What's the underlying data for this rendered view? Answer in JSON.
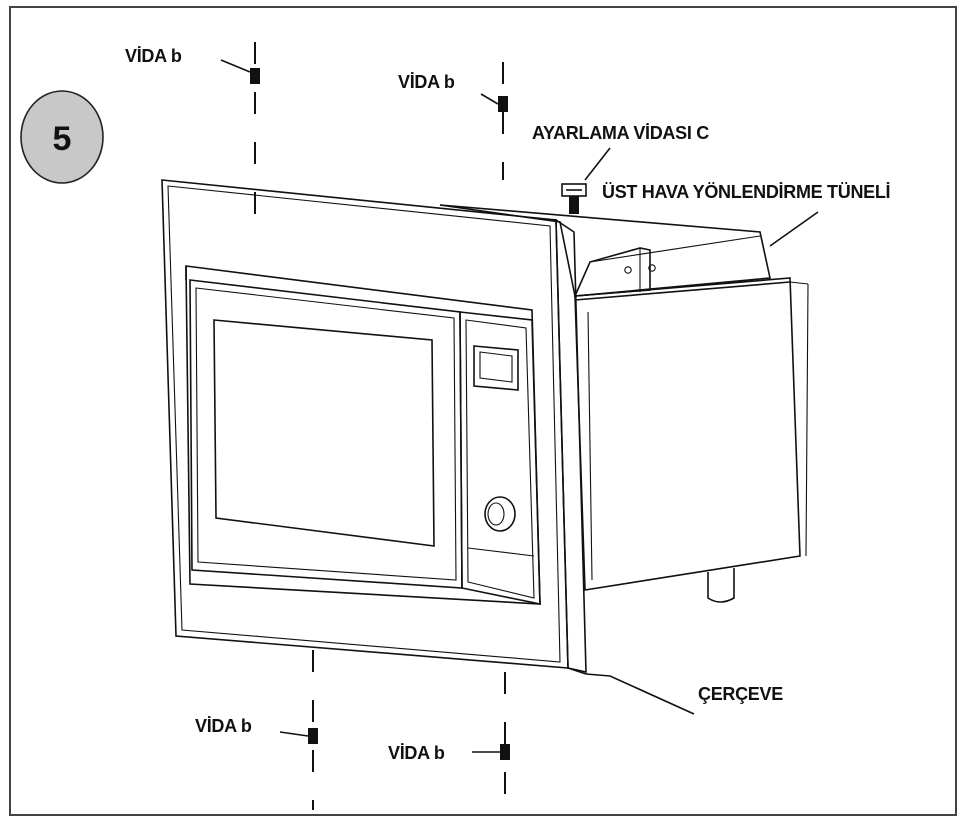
{
  "step_number": "5",
  "labels": {
    "screw_top_left": "VİDA b",
    "screw_top_right": "VİDA  b",
    "adjust_screw": "AYARLAMA VİDASI  C",
    "air_tunnel": "ÜST HAVA YÖNLENDİRME TÜNELİ",
    "frame": "ÇERÇEVE",
    "screw_bottom_left": "VİDA b",
    "screw_bottom_right": "VİDA  b"
  },
  "colors": {
    "badge_fill": "#c8c8c8",
    "line": "#111111"
  }
}
